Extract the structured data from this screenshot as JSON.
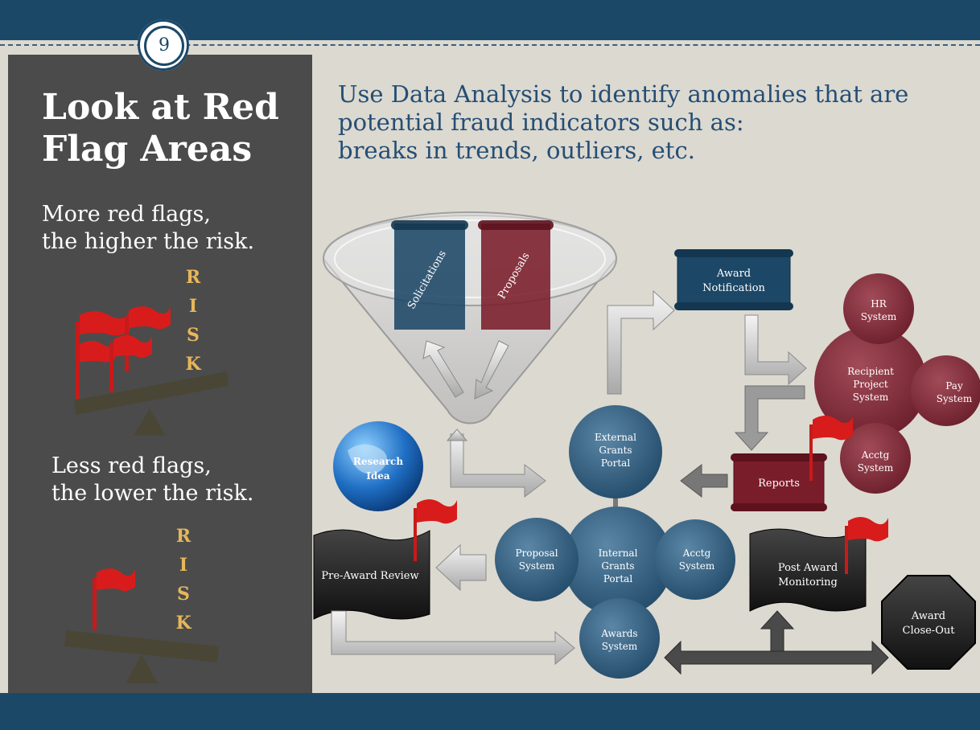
{
  "slide_number": "9",
  "sidebar": {
    "title": "Look at Red\nFlag Areas",
    "more_flags_text": "More red flags,\nthe higher the risk.",
    "less_flags_text": "Less red flags,\nthe lower the risk.",
    "risk_letters": [
      "R",
      "I",
      "S",
      "K"
    ]
  },
  "headline": "Use Data Analysis to identify anomalies that are\npotential fraud indicators such as:\nbreaks in trends, outliers, etc.",
  "diagram": {
    "funnel_tabs": [
      "Solicitations",
      "Proposals"
    ],
    "globe_label": [
      "Research",
      "Idea"
    ],
    "award_notification": [
      "Award",
      "Notification"
    ],
    "recipient_project_system": [
      "Recipient",
      "Project",
      "System"
    ],
    "hr_system": [
      "HR",
      "System"
    ],
    "pay_system": [
      "Pay",
      "System"
    ],
    "recipient_acctg_system": [
      "Acctg",
      "System"
    ],
    "reports": "Reports",
    "external_grants_portal": [
      "External",
      "Grants",
      "Portal"
    ],
    "internal_grants_portal": [
      "Internal",
      "Grants",
      "Portal"
    ],
    "proposal_system": [
      "Proposal",
      "System"
    ],
    "acctg_system": [
      "Acctg",
      "System"
    ],
    "awards_system": [
      "Awards",
      "System"
    ],
    "pre_award_review": "Pre-Award Review",
    "post_award_monitoring": [
      "Post Award",
      "Monitoring"
    ],
    "award_close_out": [
      "Award",
      "Close-Out"
    ]
  },
  "colors": {
    "navy": "#1c4868",
    "portal_blue": "#3c6585",
    "maroon": "#7a1d2a",
    "recipient_red": "#8c3441",
    "flag_red": "#d81c1c",
    "black_banner": "#2a2a2a"
  }
}
